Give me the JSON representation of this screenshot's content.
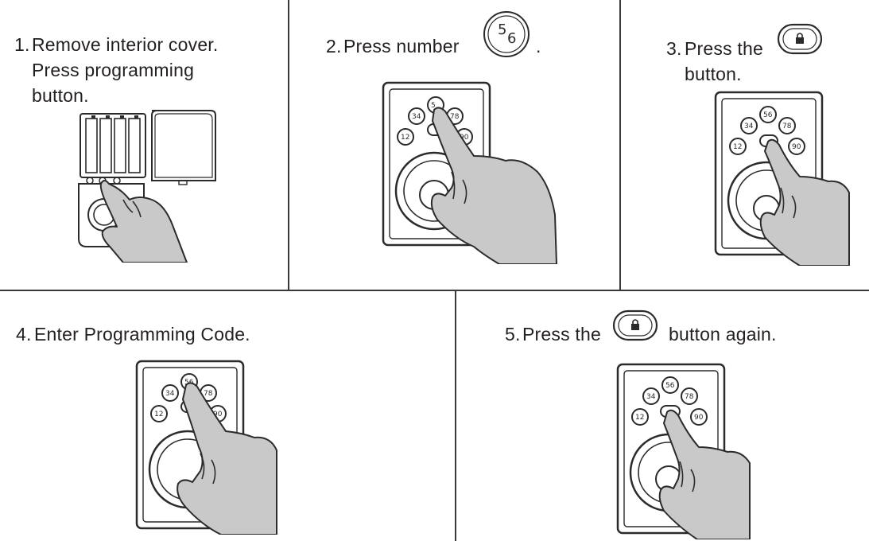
{
  "step1": {
    "number": "1.",
    "lines": [
      "Remove interior cover.",
      "Press programming",
      "button."
    ]
  },
  "step2": {
    "number": "2.",
    "text": "Press number",
    "icon_label": "56",
    "icon": "keypad-key-5-6-icon",
    "suffix": "."
  },
  "step3": {
    "number": "3.",
    "lines": [
      "Press the",
      "button."
    ],
    "icon": "lock-button-icon"
  },
  "step4": {
    "number": "4.",
    "text": "Enter Programming Code."
  },
  "step5": {
    "number": "5.",
    "text": "Press the",
    "suffix": "button again.",
    "icon": "lock-button-icon"
  },
  "keypad": {
    "keys": [
      "12",
      "34",
      "56",
      "78",
      "90"
    ]
  },
  "colors": {
    "line": "#3a3a3a",
    "hand_fill": "#c9c9c9",
    "text": "#231f20"
  }
}
